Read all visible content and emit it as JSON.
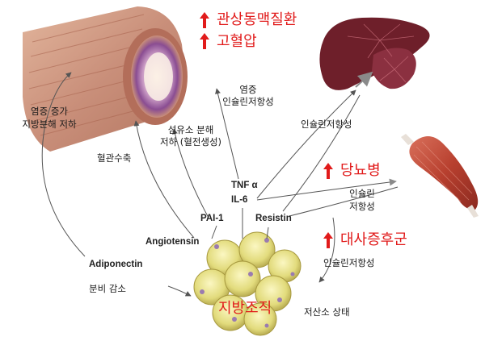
{
  "disease_labels": {
    "coronary": "관상동맥질환",
    "hypertension": "고혈압",
    "diabetes": "당뇨병",
    "metabolic": "대사증후군",
    "adipose": "지방조직"
  },
  "adipokines": {
    "tnf": "TNF α",
    "il6": "IL-6",
    "pai1": "PAI-1",
    "resistin": "Resistin",
    "angiotensin": "Angiotensin",
    "adiponectin": "Adiponectin"
  },
  "annotations": {
    "inflammation_increase": "염증 증가",
    "lipolysis_decrease": "지방분해 저하",
    "inflammation": "염증",
    "insulin_resistance": "인슐린저항성",
    "fibrinolysis": "섬유소 분해",
    "thrombosis": "저하 (혈전생성)",
    "vasoconstriction": "혈관수축",
    "liver_insulin_resistance": "인슐린저항성",
    "muscle_insulin": "인슐린",
    "muscle_resistance": "저항성",
    "metabolic_insulin_resistance": "인슐린저항성",
    "secretion_decrease": "분비 감소",
    "hypoxia": "저산소 상태"
  },
  "colors": {
    "accent_red": "#e11b1b",
    "vessel_wall": "#c98f7a",
    "liver": "#7a2530",
    "muscle": "#c0503f",
    "fat": "#e8e080"
  }
}
